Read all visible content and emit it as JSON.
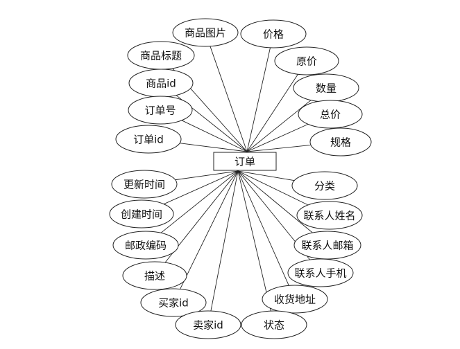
{
  "entity": {
    "label": "订单"
  },
  "attributes": [
    {
      "id": "goods-image",
      "label": "商品图片"
    },
    {
      "id": "price",
      "label": "价格"
    },
    {
      "id": "goods-title",
      "label": "商品标题"
    },
    {
      "id": "original-price",
      "label": "原价"
    },
    {
      "id": "goods-id",
      "label": "商品id"
    },
    {
      "id": "quantity",
      "label": "数量"
    },
    {
      "id": "order-no",
      "label": "订单号"
    },
    {
      "id": "total-price",
      "label": "总价"
    },
    {
      "id": "order-id",
      "label": "订单id"
    },
    {
      "id": "spec",
      "label": "规格"
    },
    {
      "id": "update-time",
      "label": "更新时间"
    },
    {
      "id": "category",
      "label": "分类"
    },
    {
      "id": "create-time",
      "label": "创建时间"
    },
    {
      "id": "contact-name",
      "label": "联系人姓名"
    },
    {
      "id": "postal-code",
      "label": "邮政编码"
    },
    {
      "id": "contact-email",
      "label": "联系人邮箱"
    },
    {
      "id": "description",
      "label": "描述"
    },
    {
      "id": "contact-phone",
      "label": "联系人手机"
    },
    {
      "id": "buyer-id",
      "label": "买家id"
    },
    {
      "id": "shipping-address",
      "label": "收货地址"
    },
    {
      "id": "seller-id",
      "label": "卖家id"
    },
    {
      "id": "status",
      "label": "状态"
    }
  ]
}
